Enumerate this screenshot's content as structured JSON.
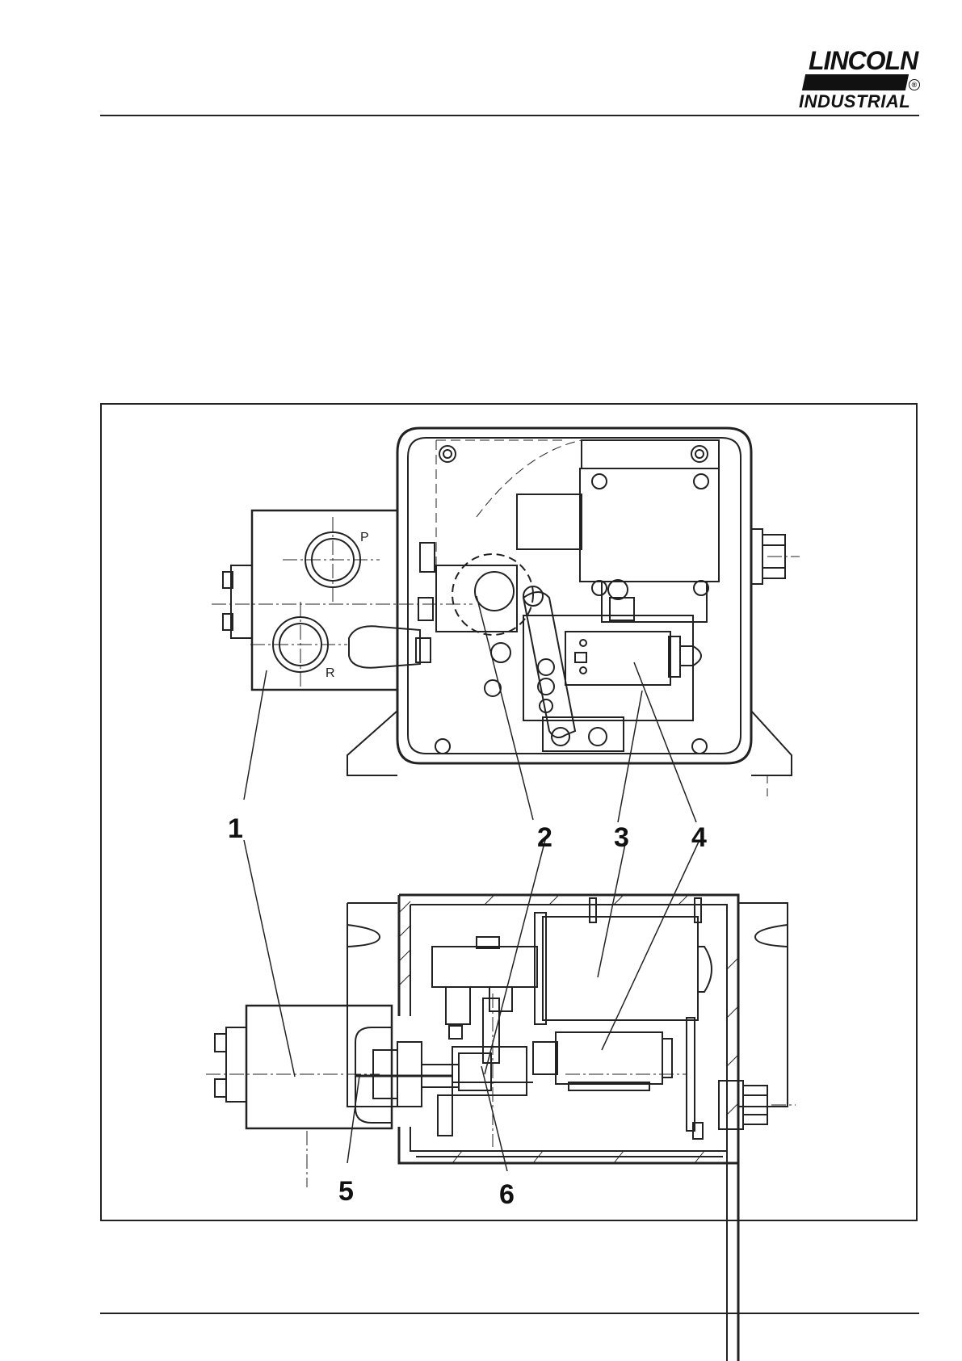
{
  "header": {
    "logo_top": "LINCOLN",
    "logo_bottom": "INDUSTRIAL",
    "logo_mark": "®"
  },
  "figure": {
    "callouts": [
      "1",
      "2",
      "3",
      "4",
      "4",
      "5",
      "6"
    ],
    "port_labels": [
      "P",
      "R"
    ]
  }
}
